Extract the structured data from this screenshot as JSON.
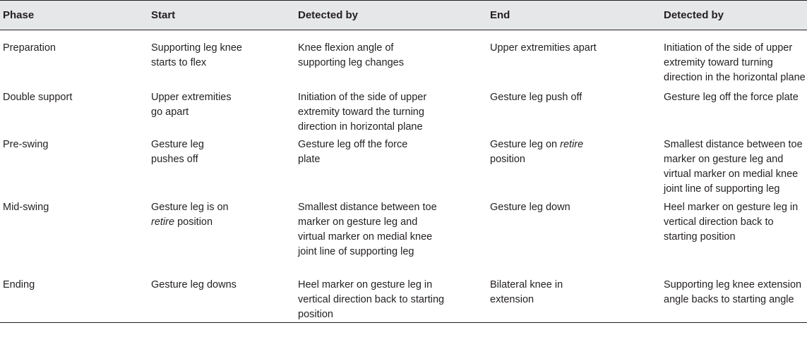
{
  "table": {
    "headers": [
      "Phase",
      "Start",
      "Detected by",
      "End",
      "Detected by"
    ],
    "rows": [
      {
        "phase": "Preparation",
        "start": "Supporting leg knee starts to flex",
        "start_detected_by": "Knee flexion angle of supporting leg changes",
        "end": "Upper extremities apart",
        "end_detected_by": "Initiation of the side of upper extremity toward turning direction in the horizontal plane"
      },
      {
        "phase": "Double support",
        "start": "Upper extremities go apart",
        "start_detected_by": "Initiation of the side of upper extremity toward the turning direction in horizontal plane",
        "end": "Gesture leg push off",
        "end_detected_by": "Gesture leg off the force plate"
      },
      {
        "phase": "Pre-swing",
        "start": "Gesture leg pushes off",
        "start_detected_by": "Gesture leg off the force plate",
        "end_prefix": "Gesture leg on ",
        "end_italic": "retire",
        "end_suffix": " position",
        "end_detected_by": "Smallest distance between toe marker on gesture leg and virtual marker on medial knee joint line of supporting leg"
      },
      {
        "phase": "Mid-swing",
        "start_prefix": "Gesture leg is on ",
        "start_italic": "retire",
        "start_suffix": " position",
        "start_detected_by": "Smallest distance between toe marker on gesture leg and virtual marker on medial knee joint line of supporting leg",
        "end": "Gesture leg down",
        "end_detected_by": "Heel marker on gesture leg in vertical direction back to starting position"
      },
      {
        "phase": "Ending",
        "start": "Gesture leg downs",
        "start_detected_by": "Heel marker on gesture leg in vertical direction back to starting position",
        "end": "Bilateral knee in extension",
        "end_detected_by": "Supporting leg knee extension angle backs to starting angle"
      }
    ]
  }
}
